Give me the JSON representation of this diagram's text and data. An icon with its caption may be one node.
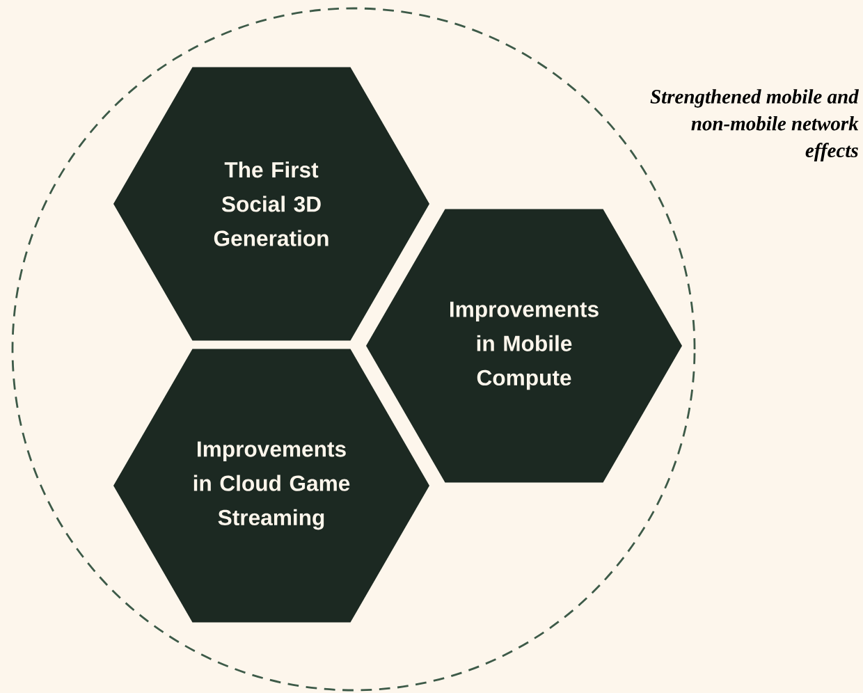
{
  "diagram": {
    "nodes": [
      {
        "text": [
          "Strengthened mobile and non-mobile network effects"
        ]
      },
      {
        "text": [
          "The First Social 3D Generation"
        ],
        "in": 0
      },
      {
        "text": [
          "Improvements in Mobile Compute"
        ],
        "in": 0
      },
      {
        "text": [
          "Improvements in Cloud Game Streaming"
        ],
        "in": 0
      }
    ]
  }
}
